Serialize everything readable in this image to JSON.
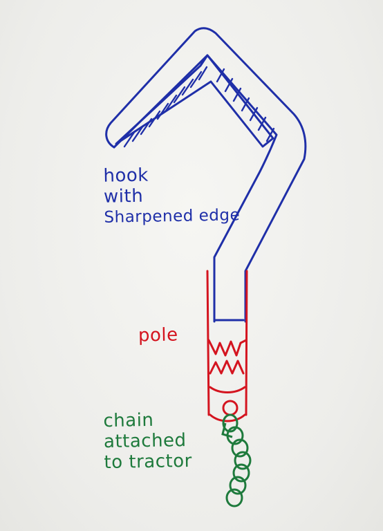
{
  "colors": {
    "hook": "#1f2fa8",
    "pole": "#d4141f",
    "chain": "#1e7a3c",
    "paper": "#efefec"
  },
  "labels": {
    "hook": {
      "lines": [
        "hook",
        "with",
        "Sharpened edge"
      ]
    },
    "pole": {
      "text": "pole"
    },
    "chain": {
      "lines": [
        "chain",
        "attached",
        "to tractor"
      ]
    }
  }
}
